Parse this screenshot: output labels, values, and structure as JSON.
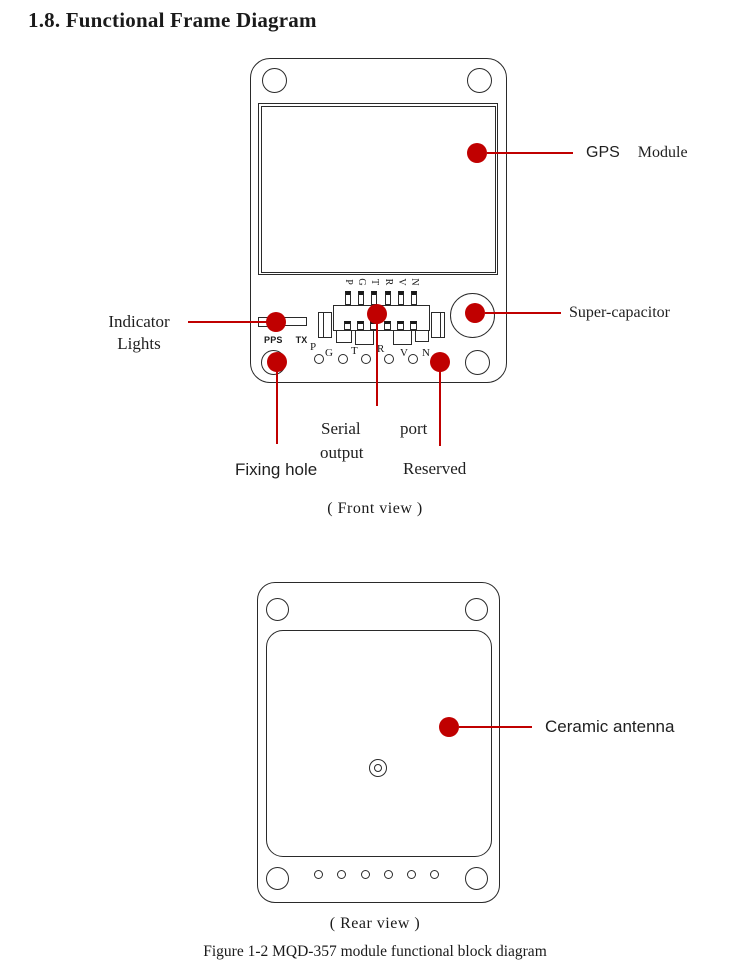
{
  "page": {
    "title": "1.8. Functional Frame Diagram",
    "figure_caption": "Figure 1-2 MQD-357 module functional block diagram"
  },
  "colors": {
    "marker_red": "#C00000",
    "line_black": "#2A2A2A"
  },
  "front_view": {
    "caption": "( Front view )",
    "callouts": {
      "gps_word1": "GPS",
      "gps_word2": "Module",
      "indicator_line1": "Indicator",
      "indicator_line2": "Lights",
      "super_capacitor": "Super-capacitor",
      "serial_word1": "Serial",
      "serial_word2": "output",
      "serial_word3": "port",
      "fixing_hole": "Fixing hole",
      "reserved": "Reserved"
    },
    "led_labels": {
      "pps": "PPS",
      "tx": "TX"
    },
    "top_pin_labels": [
      "P",
      "G",
      "T",
      "R",
      "V",
      "N"
    ],
    "bottom_pin_labels": [
      "P",
      "G",
      "T",
      "R",
      "V",
      "N"
    ]
  },
  "rear_view": {
    "caption": "( Rear view )",
    "callouts": {
      "ceramic_antenna": "Ceramic antenna"
    }
  }
}
